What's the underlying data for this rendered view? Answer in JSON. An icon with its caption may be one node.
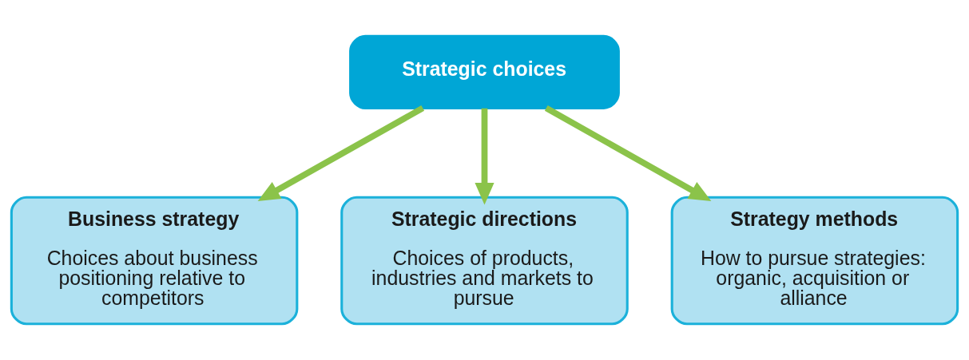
{
  "diagram": {
    "nodes": [
      {
        "text": [
          "Strategic choices"
        ]
      },
      {
        "text": [
          "Business strategy",
          "Choices about business positioning relative to competitors"
        ]
      },
      {
        "text": [
          "Strategic directions",
          "Choices of products, industries and markets to pursue"
        ]
      },
      {
        "text": [
          "Strategy methods",
          "How to pursue strategies: organic, acquisition or alliance"
        ]
      }
    ],
    "edges": [
      {
        "from": 0,
        "to": 1,
        "arrow": "to"
      },
      {
        "from": 0,
        "to": 2,
        "arrow": "to"
      },
      {
        "from": 0,
        "to": 3,
        "arrow": "to"
      }
    ]
  }
}
